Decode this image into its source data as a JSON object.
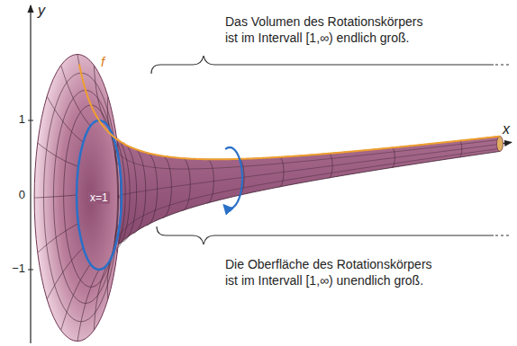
{
  "diagram": {
    "labels": [
      "y",
      "x",
      "f",
      "1",
      "0",
      "−1",
      "x=1",
      "Das Volumen des Rotationskörpers ist im Intervall [1,∞) endlich groß.",
      "Die Oberfläche des Rotationskörpers ist im Intervall [1,∞) unendlich groß."
    ]
  }
}
